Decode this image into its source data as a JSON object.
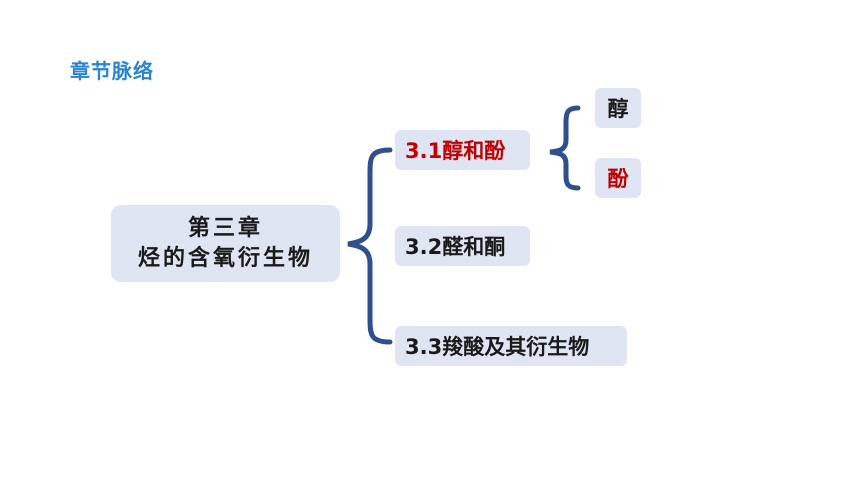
{
  "header": {
    "title": "章节脉络"
  },
  "chapter": {
    "line1": "第三章",
    "line2": "烃的含氧衍生物"
  },
  "sections": [
    {
      "label": "3.1醇和酚",
      "highlighted": true
    },
    {
      "label": "3.2醛和酮",
      "highlighted": false
    },
    {
      "label": "3.3羧酸及其衍生物",
      "highlighted": false
    }
  ],
  "subsections": [
    {
      "label": "醇",
      "highlighted": false
    },
    {
      "label": "酚",
      "highlighted": true
    }
  ],
  "colors": {
    "title": "#2a84d2",
    "box": "#dfe5f3",
    "brace": "#2f4f8f",
    "highlight": "#c00000",
    "text": "#1a1a1a"
  }
}
